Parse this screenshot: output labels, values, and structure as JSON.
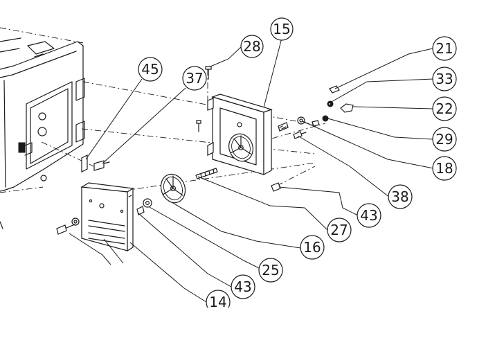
{
  "diagram": {
    "balloons": [
      {
        "id": "b15",
        "label": "15"
      },
      {
        "id": "b28",
        "label": "28"
      },
      {
        "id": "b45",
        "label": "45"
      },
      {
        "id": "b37",
        "label": "37"
      },
      {
        "id": "b21",
        "label": "21"
      },
      {
        "id": "b33",
        "label": "33"
      },
      {
        "id": "b22",
        "label": "22"
      },
      {
        "id": "b29",
        "label": "29"
      },
      {
        "id": "b18",
        "label": "18"
      },
      {
        "id": "b38",
        "label": "38"
      },
      {
        "id": "b43a",
        "label": "43"
      },
      {
        "id": "b27",
        "label": "27"
      },
      {
        "id": "b16",
        "label": "16"
      },
      {
        "id": "b25",
        "label": "25"
      },
      {
        "id": "b43b",
        "label": "43"
      },
      {
        "id": "b14",
        "label": "14"
      }
    ]
  }
}
